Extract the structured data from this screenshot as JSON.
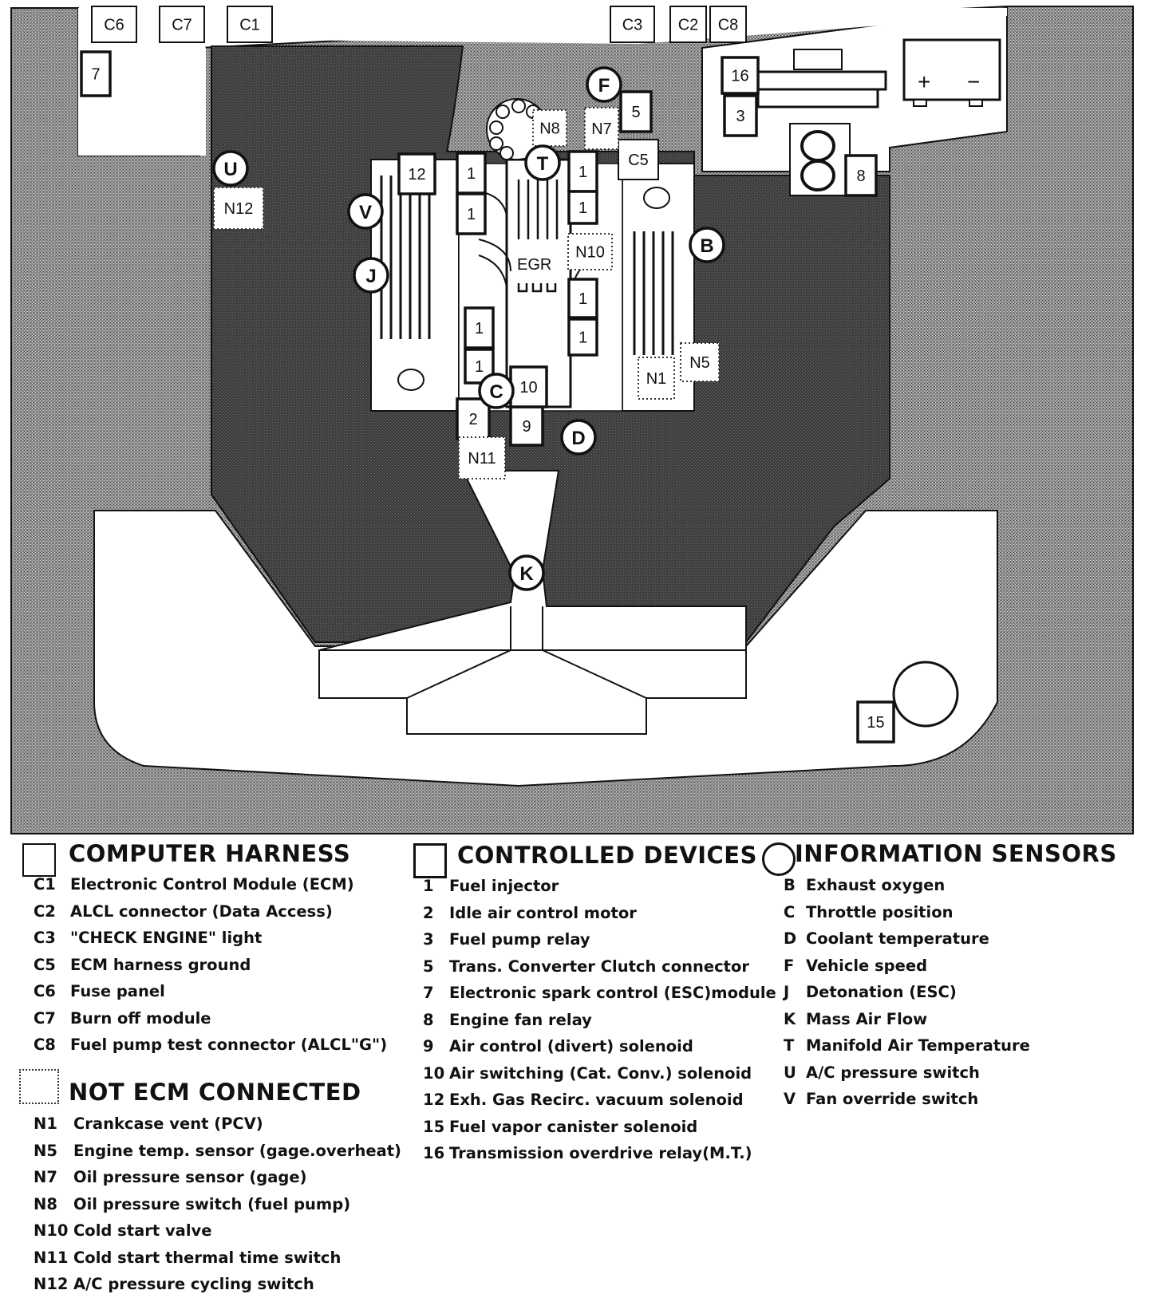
{
  "diagram": {
    "harness_labels": [
      "C6",
      "C7",
      "C1",
      "C3",
      "C2",
      "C8",
      "C5"
    ],
    "device_labels": [
      "7",
      "16",
      "5",
      "3",
      "8",
      "12",
      "1",
      "2",
      "9",
      "10",
      "15"
    ],
    "not_ecm_labels": [
      "N12",
      "N8",
      "N7",
      "N10",
      "N5",
      "N1",
      "N11"
    ],
    "sensor_labels": [
      "F",
      "U",
      "T",
      "V",
      "B",
      "J",
      "C",
      "D",
      "K"
    ],
    "egr_label": "EGR",
    "battery_plus": "+",
    "battery_minus": "−"
  },
  "legend": {
    "computer_harness": {
      "title": "COMPUTER HARNESS",
      "items": [
        {
          "code": "C1",
          "text": "Electronic Control Module (ECM)"
        },
        {
          "code": "C2",
          "text": "ALCL connector (Data Access)"
        },
        {
          "code": "C3",
          "text": "\"CHECK ENGINE\" light"
        },
        {
          "code": "C5",
          "text": "ECM harness ground"
        },
        {
          "code": "C6",
          "text": "Fuse panel"
        },
        {
          "code": "C7",
          "text": "Burn off module"
        },
        {
          "code": "C8",
          "text": "Fuel pump test connector (ALCL\"G\")"
        }
      ]
    },
    "not_ecm_connected": {
      "title": "NOT ECM CONNECTED",
      "items": [
        {
          "code": "N1",
          "text": "Crankcase vent (PCV)"
        },
        {
          "code": "N5",
          "text": "Engine temp. sensor (gage.overheat)"
        },
        {
          "code": "N7",
          "text": "Oil pressure sensor (gage)"
        },
        {
          "code": "N8",
          "text": "Oil pressure switch (fuel pump)"
        },
        {
          "code": "N10",
          "text": "Cold start valve"
        },
        {
          "code": "N11",
          "text": "Cold start thermal time switch"
        },
        {
          "code": "N12",
          "text": "A/C pressure cycling switch"
        }
      ]
    },
    "controlled_devices": {
      "title": "CONTROLLED DEVICES",
      "items": [
        {
          "code": "1",
          "text": "Fuel injector"
        },
        {
          "code": "2",
          "text": "Idle air control motor"
        },
        {
          "code": "3",
          "text": "Fuel pump relay"
        },
        {
          "code": "5",
          "text": "Trans. Converter Clutch connector"
        },
        {
          "code": "7",
          "text": "Electronic spark control (ESC)module"
        },
        {
          "code": "8",
          "text": "Engine fan relay"
        },
        {
          "code": "9",
          "text": "Air control (divert) solenoid"
        },
        {
          "code": "10",
          "text": "Air switching (Cat. Conv.) solenoid"
        },
        {
          "code": "12",
          "text": "Exh. Gas Recirc. vacuum solenoid"
        },
        {
          "code": "15",
          "text": "Fuel vapor canister solenoid"
        },
        {
          "code": "16",
          "text": "Transmission overdrive relay(M.T.)"
        }
      ]
    },
    "information_sensors": {
      "title": "INFORMATION SENSORS",
      "items": [
        {
          "code": "B",
          "text": "Exhaust oxygen"
        },
        {
          "code": "C",
          "text": "Throttle position"
        },
        {
          "code": "D",
          "text": "Coolant temperature"
        },
        {
          "code": "F",
          "text": "Vehicle speed"
        },
        {
          "code": "J",
          "text": "Detonation (ESC)"
        },
        {
          "code": "K",
          "text": "Mass Air Flow"
        },
        {
          "code": "T",
          "text": "Manifold Air Temperature"
        },
        {
          "code": "U",
          "text": "A/C pressure switch"
        },
        {
          "code": "V",
          "text": "Fan override switch"
        }
      ]
    }
  }
}
